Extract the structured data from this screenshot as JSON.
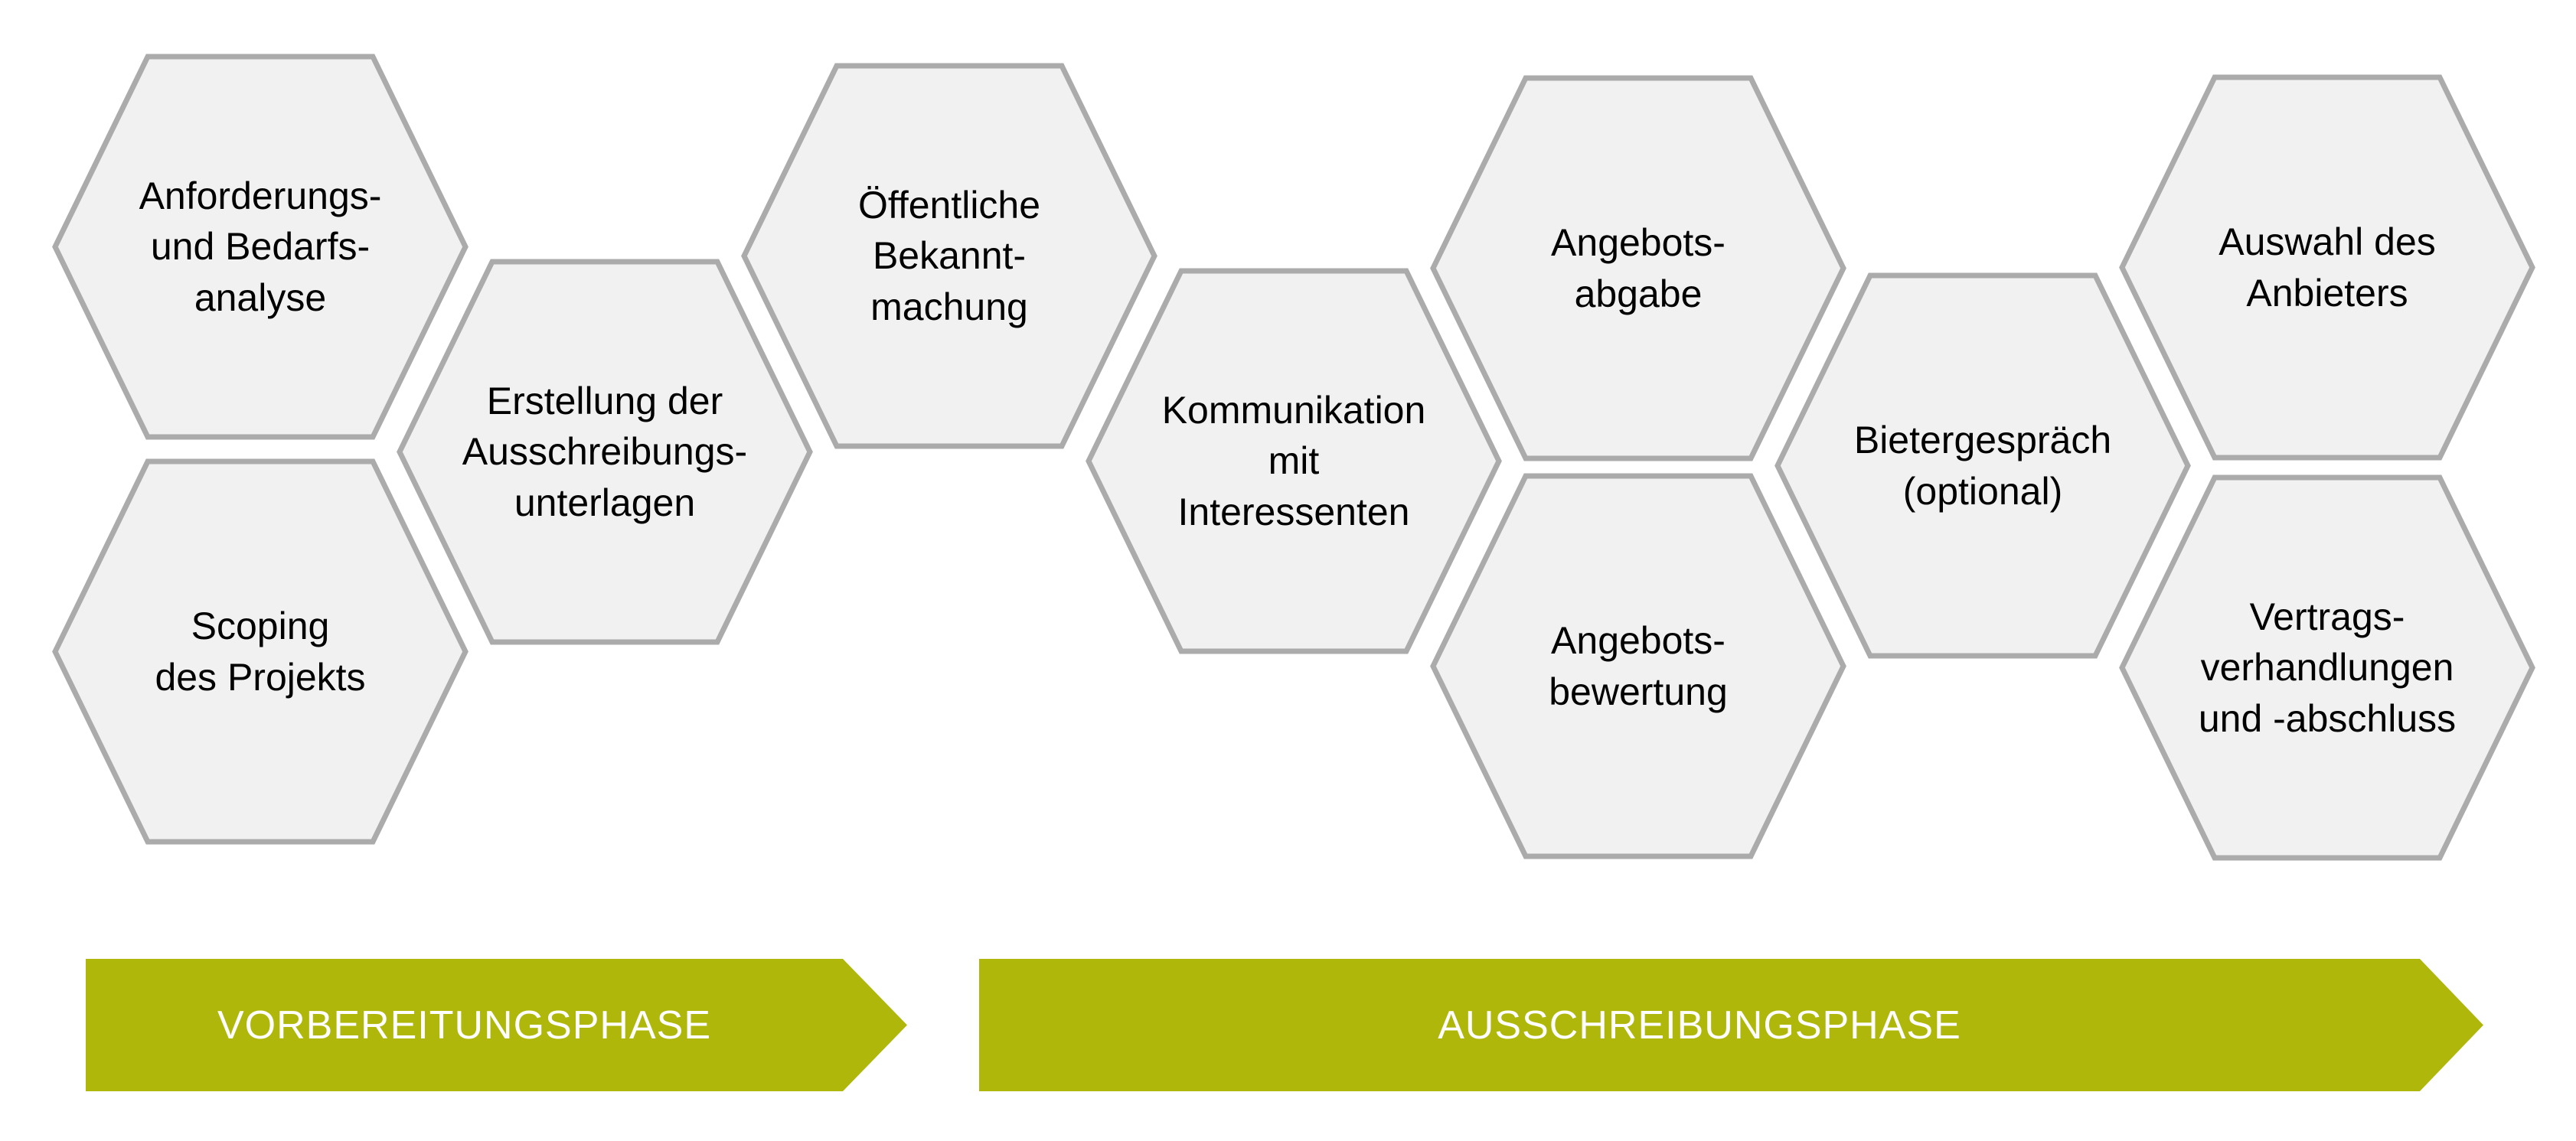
{
  "diagram": {
    "language": "de",
    "shape_style": "hexagon-process",
    "colors": {
      "hex_fill": "#F1F1F1",
      "hex_border": "#ABABAB",
      "hex_text": "#000000",
      "phase_arrow_green": "#AFB80A",
      "phase_text": "#FFFFFF",
      "background": "#FFFFFF"
    },
    "hexagons": [
      {
        "id": "anforderungs-und-bedarfsanalyse",
        "label": "Anforderungs-\nund Bedarfs-\nanalyse"
      },
      {
        "id": "scoping-des-projekts",
        "label": "Scoping\ndes Projekts"
      },
      {
        "id": "erstellung-der-ausschreibungsunterlagen",
        "label": "Erstellung der\nAusschreibungs-\nunterlagen"
      },
      {
        "id": "oeffentliche-bekanntmachung",
        "label": "Öffentliche\nBekannt-\nmachung"
      },
      {
        "id": "kommunikation-mit-interessenten",
        "label": "Kommunikation\nmit\nInteressenten"
      },
      {
        "id": "angebotsabgabe",
        "label": "Angebots-\nabgabe"
      },
      {
        "id": "angebotsbewertung",
        "label": "Angebots-\nbewertung"
      },
      {
        "id": "bietergespraech-optional",
        "label": "Bietergespräch\n(optional)"
      },
      {
        "id": "auswahl-des-anbieters",
        "label": "Auswahl des\nAnbieters"
      },
      {
        "id": "vertragsverhandlungen-und-abschluss",
        "label": "Vertrags-\nverhandlungen\nund -abschluss"
      }
    ],
    "phases": [
      {
        "id": "vorbereitungsphase",
        "label": "VORBEREITUNGSPHASE"
      },
      {
        "id": "ausschreibungsphase",
        "label": "AUSSCHREIBUNGSPHASE"
      }
    ]
  }
}
